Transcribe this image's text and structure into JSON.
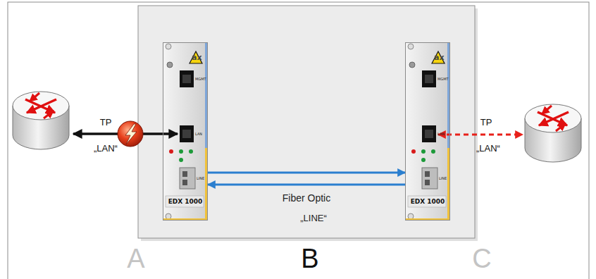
{
  "diagram": {
    "nodes": [
      {
        "text": [
          "ax",
          "MGMT",
          "LAN",
          "LINE",
          "EDX 1000"
        ]
      },
      {
        "text": [
          "ax",
          "MGMT",
          "LAN",
          "LINE",
          "EDX 1000"
        ]
      }
    ],
    "edges": [
      {
        "from": 0,
        "to": 1,
        "arrow": "both",
        "label": "Fiber Optic"
      }
    ],
    "labels": [
      "„LINE“",
      "TP",
      "„LAN“",
      "TP",
      "„LAN“",
      "A",
      "B",
      "C"
    ]
  }
}
